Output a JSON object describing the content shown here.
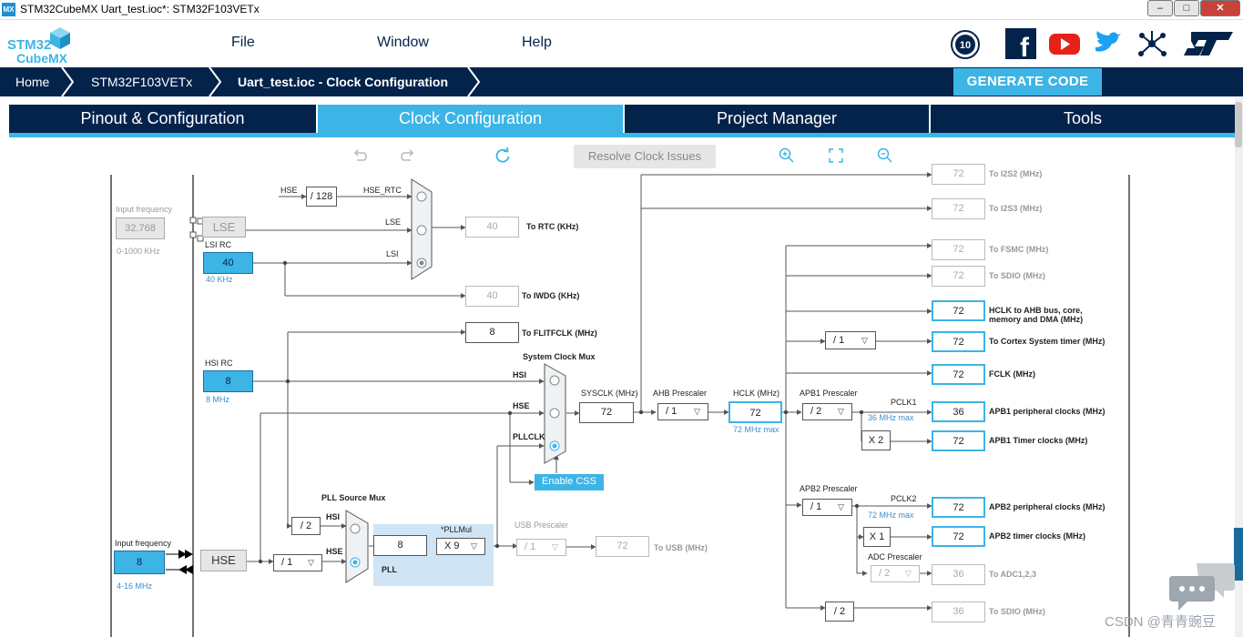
{
  "window": {
    "title": "STM32CubeMX Uart_test.ioc*: STM32F103VETx",
    "app_badge": "MX",
    "min": "–",
    "max": "□",
    "close": "✕"
  },
  "logo": {
    "line1": "STM32",
    "line2": "CubeMX"
  },
  "menu": {
    "items": [
      "File",
      "Window",
      "Help"
    ]
  },
  "social": [
    "anniversary-10-icon",
    "facebook-icon",
    "youtube-icon",
    "twitter-icon",
    "network-icon",
    "st-logo-icon"
  ],
  "breadcrumb": {
    "items": [
      "Home",
      "STM32F103VETx",
      "Uart_test.ioc - Clock Configuration"
    ]
  },
  "generate_label": "GENERATE CODE",
  "tabs": [
    "Pinout & Configuration",
    "Clock Configuration",
    "Project Manager",
    "Tools"
  ],
  "active_tab": "Clock Configuration",
  "toolbar": {
    "resolve_label": "Resolve Clock Issues",
    "icons": [
      "undo-icon",
      "redo-icon",
      "refresh-icon",
      "zoom-in-icon",
      "fit-icon",
      "zoom-out-icon"
    ]
  },
  "clock": {
    "input_freq_label": "Input frequency",
    "lse_freq": "32.768",
    "lse_range": "0-1000 KHz",
    "lse_label": "LSE",
    "lsi_label": "LSI RC",
    "lsi_value": "40",
    "lsi_unit": "40 KHz",
    "hse_rtc_div": "/ 128",
    "hse_rtc_label": "HSE_RTC",
    "mux_hse": "HSE",
    "mux_lse": "LSE",
    "mux_lsi": "LSI",
    "rtc_value": "40",
    "rtc_label": "To RTC (KHz)",
    "iwdg_value": "40",
    "iwdg_label": "To IWDG (KHz)",
    "flit_value": "8",
    "flit_label": "To FLITFCLK (MHz)",
    "hsi_label": "HSI RC",
    "hsi_value": "8",
    "hsi_unit": "8 MHz",
    "sysmux_label": "System Clock Mux",
    "sys_hsi": "HSI",
    "sys_hse": "HSE",
    "sys_pll": "PLLCLK",
    "sysclk_label": "SYSCLK (MHz)",
    "sysclk_value": "72",
    "ahb_label": "AHB Prescaler",
    "ahb_value": "/ 1",
    "hclk_label": "HCLK (MHz)",
    "hclk_value": "72",
    "hclk_max": "72 MHz max",
    "css_label": "Enable CSS",
    "pll_src_label": "PLL Source Mux",
    "pll_div2": "/ 2",
    "pll_hsi": "HSI",
    "pll_hse": "HSE",
    "pllmul_label": "*PLLMul",
    "pll_in": "8",
    "pll_mul": "X 9",
    "pll_label": "PLL",
    "usb_label": "USB Prescaler",
    "usb_div": "/ 1",
    "usb_value": "72",
    "usb_out": "To USB (MHz)",
    "hse_input_label": "Input frequency",
    "hse_value": "8",
    "hse_range": "4-16 MHz",
    "hse_label": "HSE",
    "hse_prediv": "/ 1",
    "apb1_label": "APB1 Prescaler",
    "apb1_value": "/ 2",
    "pclk1_label": "PCLK1",
    "pclk1_max": "36 MHz max",
    "apb1_timer_mul": "X 2",
    "apb2_label": "APB2 Prescaler",
    "apb2_value": "/ 1",
    "pclk2_label": "PCLK2",
    "pclk2_max": "72 MHz max",
    "apb2_timer_mul": "X 1",
    "adc_label": "ADC Prescaler",
    "adc_value": "/ 2",
    "sdio2_div": "/ 2",
    "cortex_div": "/ 1",
    "outputs": [
      {
        "value": "72",
        "label": "To I2S2 (MHz)"
      },
      {
        "value": "72",
        "label": "To I2S3 (MHz)"
      },
      {
        "value": "72",
        "label": "To FSMC (MHz)"
      },
      {
        "value": "72",
        "label": "To SDIO (MHz)"
      },
      {
        "value": "72",
        "label": "HCLK to AHB bus, core,"
      },
      {
        "value": "72",
        "label": "To Cortex System timer (MHz)"
      },
      {
        "value": "72",
        "label": "FCLK (MHz)"
      },
      {
        "value": "36",
        "label": "APB1 peripheral clocks (MHz)"
      },
      {
        "value": "72",
        "label": "APB1 Timer clocks (MHz)"
      },
      {
        "value": "72",
        "label": "APB2 peripheral clocks (MHz)"
      },
      {
        "value": "72",
        "label": "APB2 timer clocks (MHz)"
      },
      {
        "value": "36",
        "label": "To ADC1,2,3"
      },
      {
        "value": "36",
        "label": "To SDIO (MHz)"
      }
    ],
    "hclk_label_line2": "memory and DMA (MHz)"
  },
  "watermark": "CSDN @青青豌豆",
  "colors": {
    "navy": "#03234b",
    "accent": "#3cb4e6"
  }
}
